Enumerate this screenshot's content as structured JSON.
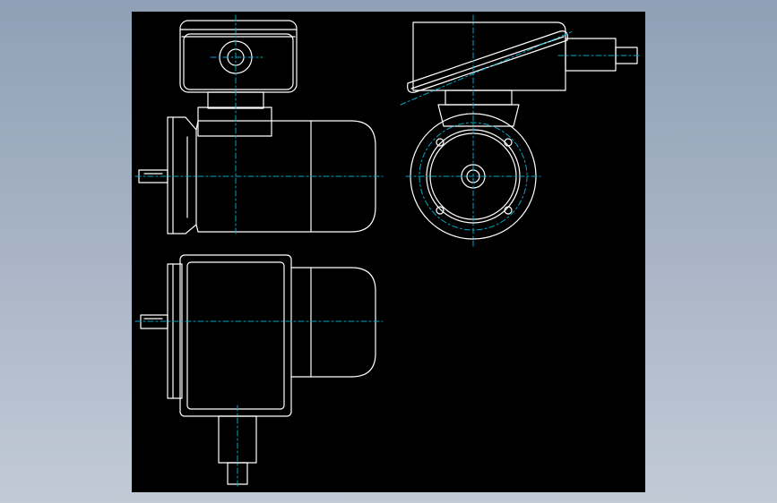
{
  "drawing": {
    "background_color": "#000000",
    "outline_color": "#ffffff",
    "centerline_color": "#00a8c8",
    "views": [
      {
        "id": "top-view"
      },
      {
        "id": "end-view"
      },
      {
        "id": "front-view"
      }
    ]
  }
}
